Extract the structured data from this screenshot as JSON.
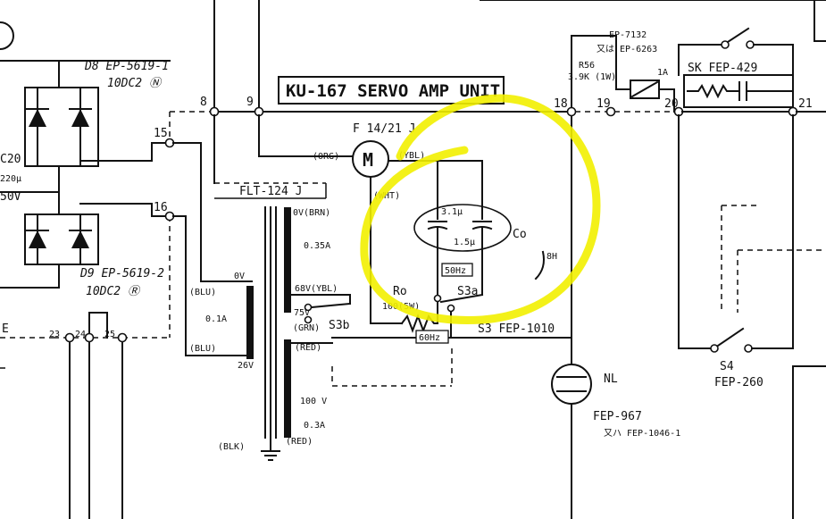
{
  "colors": {
    "ink": "#111111",
    "paper": "#ffffff",
    "highlight": "#f2f000"
  },
  "title": "KU-167  SERVO AMP UNIT",
  "terminals": [
    "8",
    "9",
    "15",
    "16",
    "18",
    "19",
    "20",
    "21",
    "23",
    "24",
    "25"
  ],
  "diodes": {
    "d8_name": "D8  EP-5619-1",
    "d8_type": "10DC2 Ⓝ",
    "d9_name": "D9  EP-5619-2",
    "d9_type": "10DC2 Ⓡ"
  },
  "left_cap": {
    "name": "C20",
    "value": "220μ",
    "voltage": "50V"
  },
  "transformer": {
    "name": "FLT-124 J",
    "taps": {
      "ov_brn": "0V(BRN)",
      "current1": "0.35A",
      "v68_ybl": "68V(YBL)",
      "v75": "75V",
      "grn": "(GRN)",
      "red1": "(RED)",
      "v100": "100 V",
      "current3": "0.3A",
      "blk": "(BLK)",
      "red2": "(RED)"
    },
    "secondary": {
      "ov": "0V",
      "blu1": "(BLU)",
      "current2": "0.1A",
      "blu2": "(BLU)",
      "v26": "26V"
    }
  },
  "motor": {
    "name": "F 14/21 J",
    "symbol": "M",
    "org": "(ORG)",
    "ybl": "(YBL)",
    "wht": "(WHT)"
  },
  "capacitor_group": {
    "v1": "3.1μ",
    "v2": "1.5μ",
    "name": "Co"
  },
  "mark_8h": "8H",
  "ro": {
    "name": "Ro",
    "value": "100(5W)"
  },
  "switch_s3": {
    "hz50": "50Hz",
    "s3a": "S3a",
    "hz60": "60Hz",
    "s3b": "S3b",
    "name": "S3  FEP-1010"
  },
  "relay_path": {
    "r56": "R56",
    "r56_value": "3.9K (1W)",
    "ep_7132": "EP-7132",
    "ep_6263": "又は EP-6263",
    "fuse": "1A",
    "sk_label": "SK  FEP-429"
  },
  "s4": {
    "name": "S4",
    "part": "FEP-260"
  },
  "neon": {
    "name": "NL",
    "part": "FEP-967",
    "alt": "又ハ FEP-1046-1"
  },
  "edge_labels": {
    "left_e": "E"
  }
}
